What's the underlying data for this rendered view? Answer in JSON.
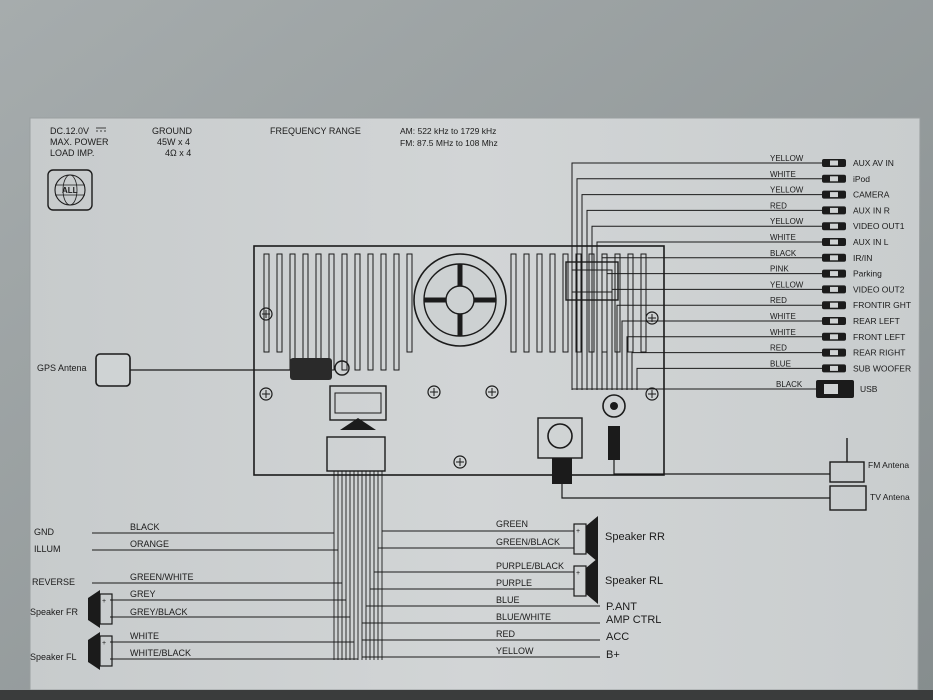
{
  "specs": {
    "power": "DC.12.0V",
    "max_power": "MAX. POWER",
    "load_imp": "LOAD IMP.",
    "ground": "GROUND",
    "watts": "45W x 4",
    "ohms": "4Ω x 4",
    "freq_title": "FREQUENCY RANGE",
    "am": "AM: 522 kHz to 1729 kHz",
    "fm": "FM: 87.5 MHz to 108 Mhz",
    "logo": "ALL"
  },
  "gps_label": "GPS Antena",
  "right_outputs": [
    {
      "wire": "YELLOW",
      "label": "AUX AV IN"
    },
    {
      "wire": "WHITE",
      "label": "iPod"
    },
    {
      "wire": "YELLOW",
      "label": "CAMERA"
    },
    {
      "wire": "RED",
      "label": "AUX IN R"
    },
    {
      "wire": "YELLOW",
      "label": "VIDEO OUT1"
    },
    {
      "wire": "WHITE",
      "label": "AUX IN L"
    },
    {
      "wire": "BLACK",
      "label": "IR/IN"
    },
    {
      "wire": "PINK",
      "label": "Parking"
    },
    {
      "wire": "YELLOW",
      "label": "VIDEO OUT2"
    },
    {
      "wire": "RED",
      "label": "FRONTIR GHT"
    },
    {
      "wire": "WHITE",
      "label": "REAR LEFT"
    },
    {
      "wire": "WHITE",
      "label": "FRONT LEFT"
    },
    {
      "wire": "RED",
      "label": "REAR RIGHT"
    },
    {
      "wire": "BLUE",
      "label": "SUB WOOFER"
    }
  ],
  "usb": {
    "wire": "BLACK",
    "label": "USB"
  },
  "antennas": {
    "fm": "FM Antena",
    "tv": "TV Antena"
  },
  "left_wires": [
    {
      "label": "GND",
      "wire": "BLACK"
    },
    {
      "label": "ILLUM",
      "wire": "ORANGE"
    },
    {
      "label": "REVERSE",
      "wire": "GREEN/WHITE"
    }
  ],
  "left_speakers": [
    {
      "label": "Speaker FR",
      "wires": [
        "GREY",
        "GREY/BLACK"
      ]
    },
    {
      "label": "Speaker FL",
      "wires": [
        "WHITE",
        "WHITE/BLACK"
      ]
    }
  ],
  "right_speakers": [
    {
      "label": "Speaker RR",
      "wires": [
        "GREEN",
        "GREEN/BLACK"
      ]
    },
    {
      "label": "Speaker RL",
      "wires": [
        "PURPLE/BLACK",
        "PURPLE"
      ]
    }
  ],
  "bottom_right_wires": [
    {
      "wire": "BLUE",
      "label": "P.ANT"
    },
    {
      "wire": "BLUE/WHITE",
      "label": "AMP CTRL"
    },
    {
      "wire": "RED",
      "label": "ACC"
    },
    {
      "wire": "YELLOW",
      "label": "B+"
    }
  ]
}
